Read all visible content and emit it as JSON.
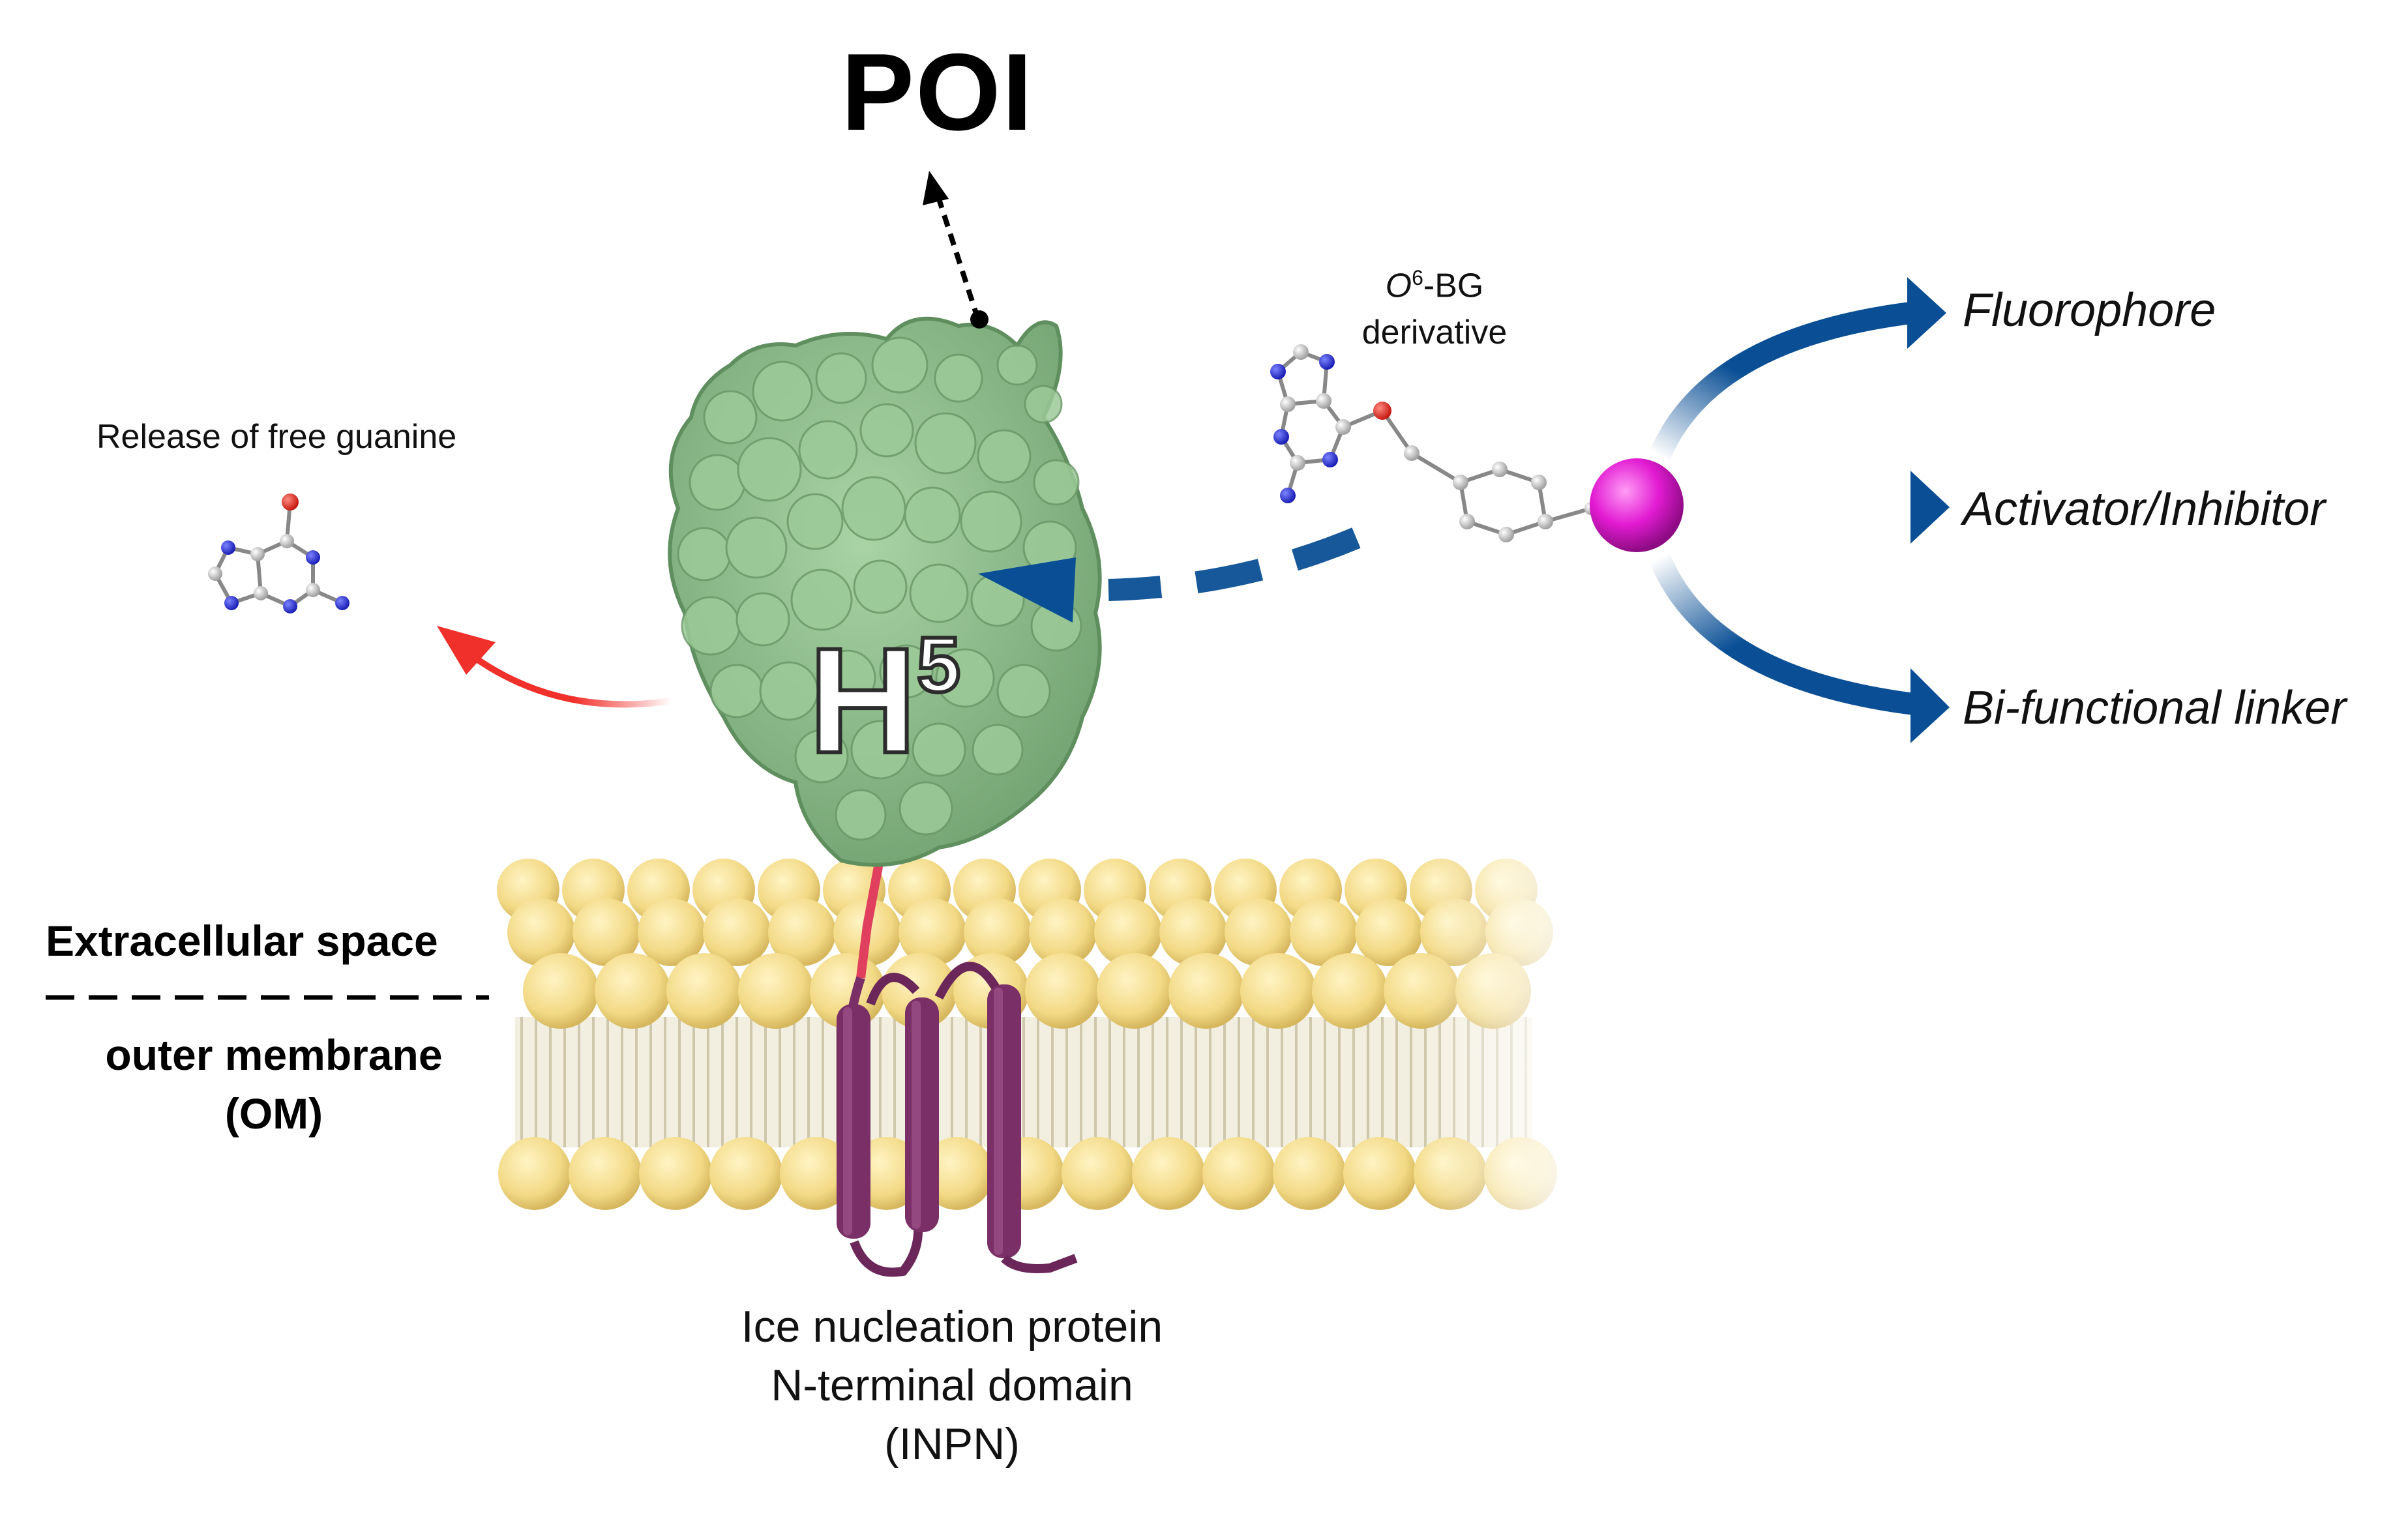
{
  "title": "POI",
  "release_label": "Release of free guanine",
  "substrate": {
    "prefix": "O",
    "superscript": "6",
    "suffix": "-BG",
    "line2": "derivative"
  },
  "enzyme": {
    "letter": "H",
    "superscript": "5"
  },
  "outputs": [
    "Fluorophore",
    "Activator/Inhibitor",
    "Bi-functional linker"
  ],
  "side_labels": {
    "space": "Extracellular space",
    "dashes": "— — — — — — — — — — —",
    "membrane_line1": "outer membrane",
    "membrane_line2": "(OM)"
  },
  "anchor_labels": [
    "Ice nucleation protein",
    "N-terminal domain",
    "(INPN)"
  ],
  "colors": {
    "protein": "#8fbf8f",
    "membrane_head": "#f3dc8e",
    "anchor": "#7a2f66",
    "arrow_blue": "#0a4f95",
    "release_arrow": "#f0302a",
    "reactive_sphere": "#e21bd2"
  }
}
